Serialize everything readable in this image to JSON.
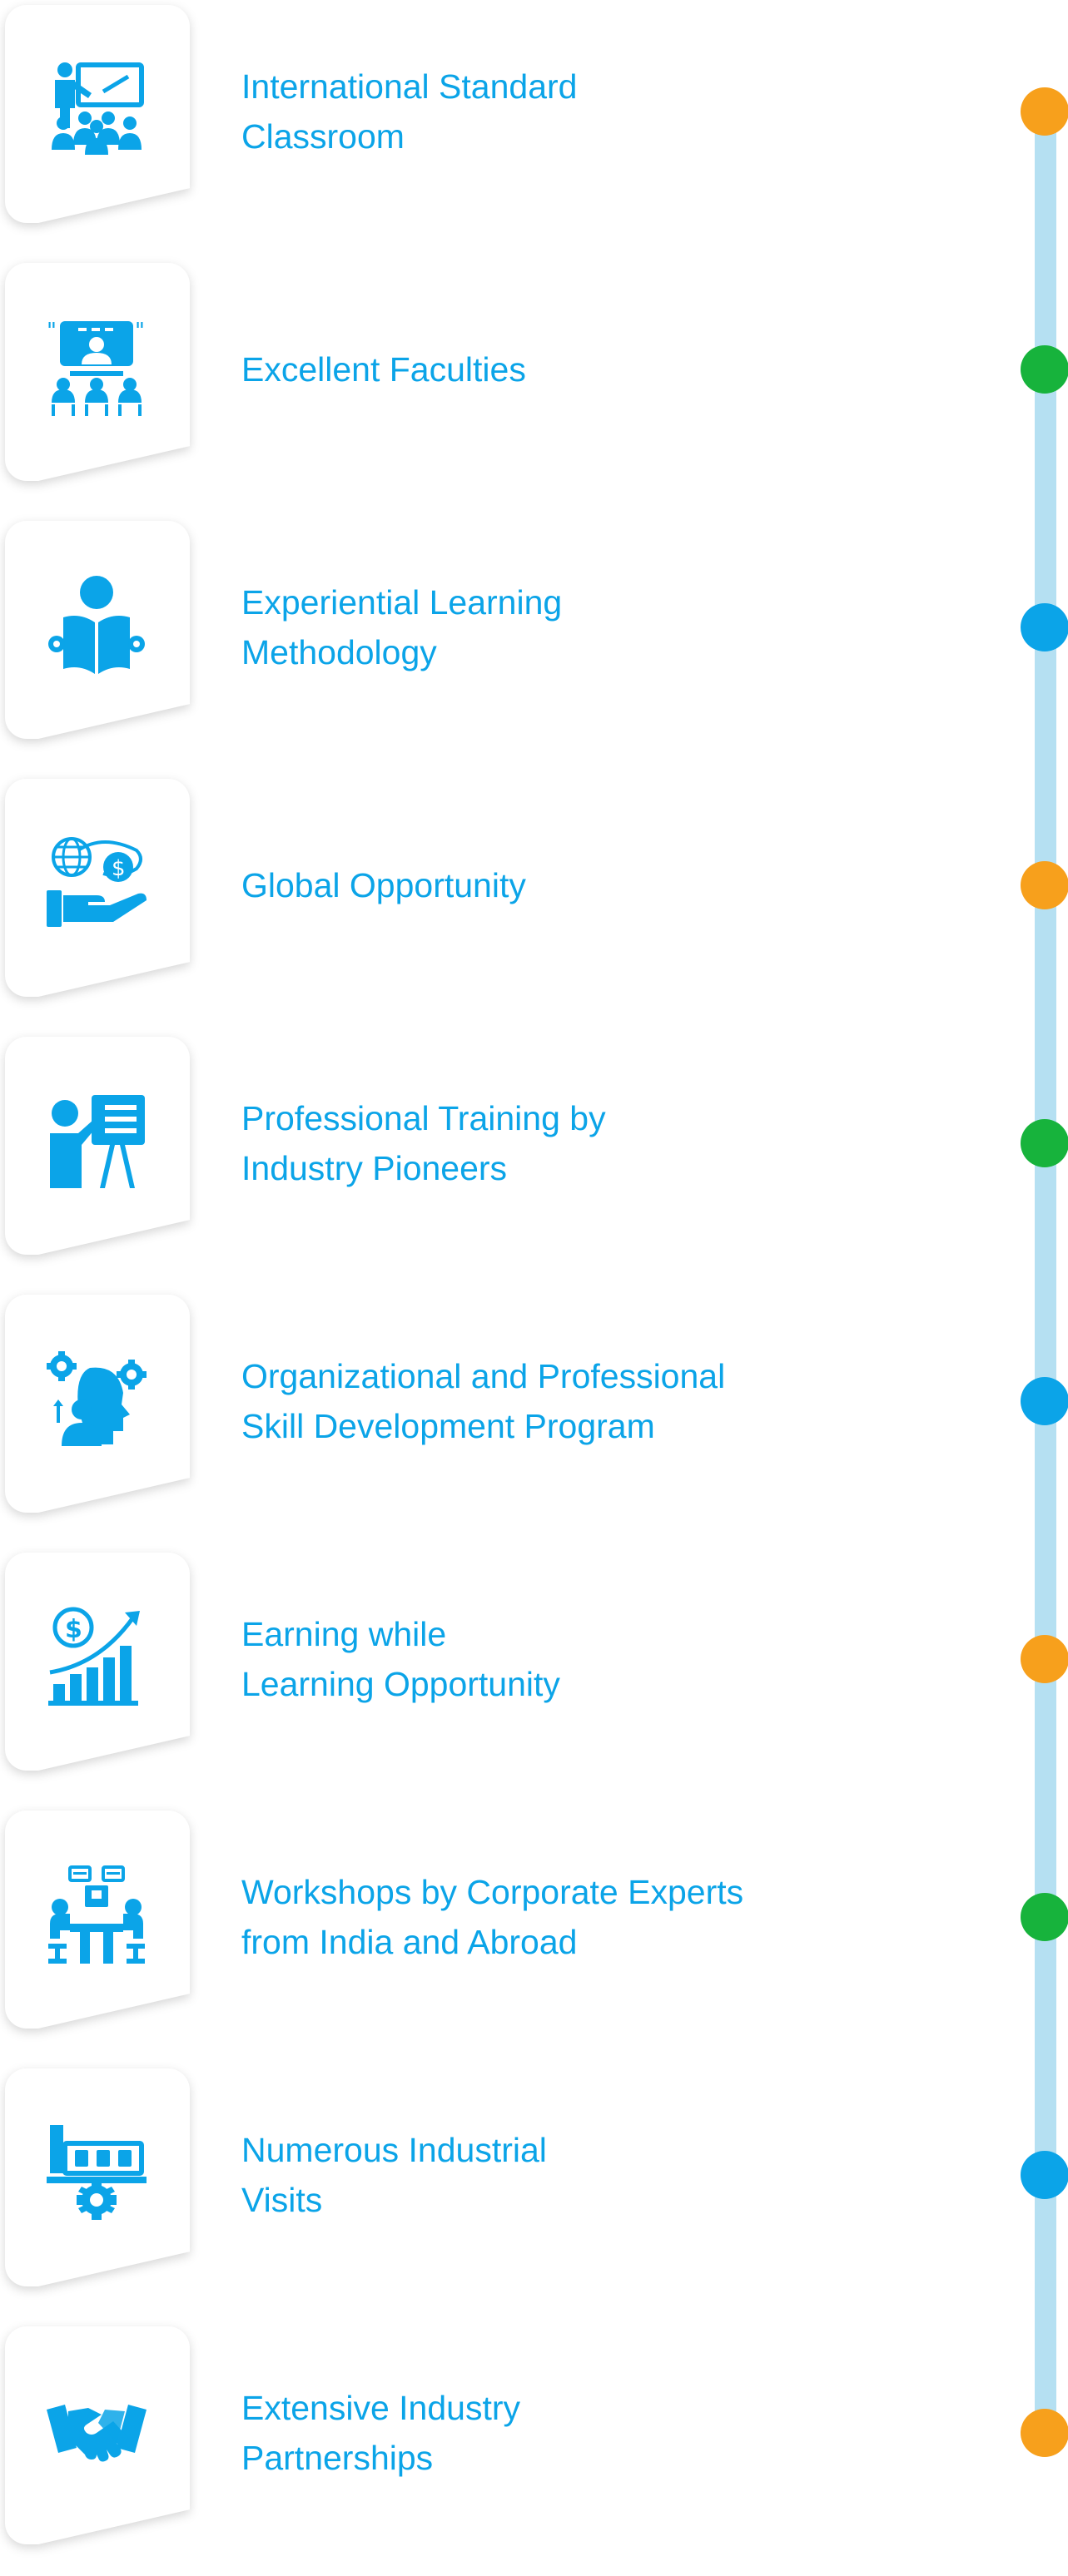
{
  "colors": {
    "text": "#0ba4e8",
    "icon": "#0ba4e8",
    "line": "#b5e0f2",
    "orange": "#f7a01c",
    "green": "#17b33c",
    "blue": "#0ba4e8"
  },
  "features": [
    {
      "title": "International Standard\nClassroom",
      "icon": "classroom-icon",
      "dot": "orange"
    },
    {
      "title": "Excellent Faculties",
      "icon": "faculty-icon",
      "dot": "green"
    },
    {
      "title": "Experiential Learning\nMethodology",
      "icon": "reading-person-icon",
      "dot": "blue"
    },
    {
      "title": "Global Opportunity",
      "icon": "globe-hand-coin-icon",
      "dot": "orange"
    },
    {
      "title": "Professional Training by\nIndustry Pioneers",
      "icon": "presenter-board-icon",
      "dot": "green"
    },
    {
      "title": "Organizational and Professional\nSkill Development Program",
      "icon": "head-gears-icon",
      "dot": "blue"
    },
    {
      "title": "Earning while\nLearning Opportunity",
      "icon": "dollar-growth-chart-icon",
      "dot": "orange"
    },
    {
      "title": "Workshops by Corporate Experts\nfrom India and Abroad",
      "icon": "meeting-table-icon",
      "dot": "green"
    },
    {
      "title": "Numerous Industrial\nVisits",
      "icon": "factory-gear-icon",
      "dot": "blue"
    },
    {
      "title": "Extensive Industry\nPartnerships",
      "icon": "handshake-icon",
      "dot": "orange"
    }
  ]
}
